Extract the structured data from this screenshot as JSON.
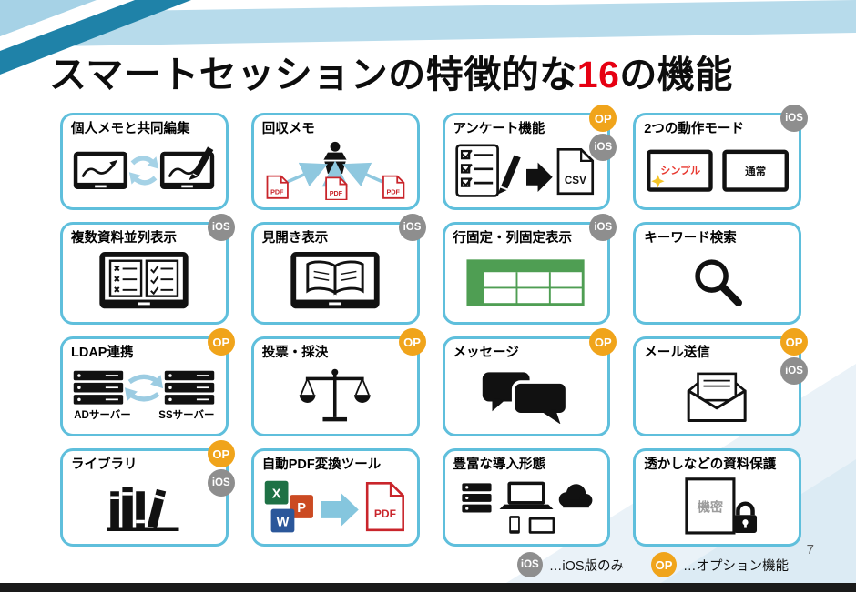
{
  "title": {
    "prefix": "スマートセッションの特徴的な",
    "highlight": "16",
    "suffix": "の機能"
  },
  "badges": {
    "op": "OP",
    "ios": "iOS"
  },
  "legend": {
    "ios_badge": "iOS",
    "ios_text": "…iOS版のみ",
    "op_badge": "OP",
    "op_text": "…オプション機能"
  },
  "page_number": "7",
  "cards": [
    {
      "title": "個人メモと共同編集",
      "badges": [],
      "icon": "dual-tablet-edit-sync"
    },
    {
      "title": "回収メモ",
      "badges": [],
      "icon": "pdf-collect-to-presenter",
      "labels": {
        "pdf": "PDF"
      }
    },
    {
      "title": "アンケート機能",
      "badges": [
        "OP",
        "iOS"
      ],
      "icon": "checklist-to-csv",
      "labels": {
        "csv": "CSV"
      }
    },
    {
      "title": "2つの動作モード",
      "badges": [
        "iOS"
      ],
      "icon": "two-mode-tablets",
      "labels": {
        "simple": "シンプル",
        "normal": "通常"
      }
    },
    {
      "title": "複数資料並列表示",
      "badges": [
        "iOS"
      ],
      "icon": "parallel-documents-tablet"
    },
    {
      "title": "見開き表示",
      "badges": [
        "iOS"
      ],
      "icon": "book-spread-tablet"
    },
    {
      "title": "行固定・列固定表示",
      "badges": [
        "iOS"
      ],
      "icon": "freeze-panes-table"
    },
    {
      "title": "キーワード検索",
      "badges": [],
      "icon": "magnifier"
    },
    {
      "title": "LDAP連携",
      "badges": [
        "OP"
      ],
      "icon": "server-sync",
      "labels": {
        "left": "ADサーバー",
        "right": "SSサーバー"
      }
    },
    {
      "title": "投票・採決",
      "badges": [
        "OP"
      ],
      "icon": "balance-scale"
    },
    {
      "title": "メッセージ",
      "badges": [
        "OP"
      ],
      "icon": "chat-bubbles"
    },
    {
      "title": "メール送信",
      "badges": [
        "OP",
        "iOS"
      ],
      "icon": "open-mail-envelope"
    },
    {
      "title": "ライブラリ",
      "badges": [
        "OP",
        "iOS"
      ],
      "icon": "library-books"
    },
    {
      "title": "自動PDF変換ツール",
      "badges": [],
      "icon": "office-files-to-pdf",
      "labels": {
        "excel": "X",
        "ppt": "P",
        "word": "W",
        "pdf": "PDF"
      }
    },
    {
      "title": "豊富な導入形態",
      "badges": [],
      "icon": "server-laptop-cloud-devices"
    },
    {
      "title": "透かしなどの資料保護",
      "badges": [],
      "icon": "confidential-document-lock",
      "labels": {
        "secret": "機密"
      }
    }
  ],
  "colors": {
    "card_border": "#5FBFDC",
    "op_badge": "#F0A41B",
    "ios_badge": "#8E8E8E",
    "title_highlight": "#E60012",
    "band_light": "#B7DBEB",
    "band_dark": "#1F82A8",
    "table_green": "#4F9E53",
    "pdf_red": "#C9252B",
    "bottom_bar": "#1A1A1A"
  }
}
